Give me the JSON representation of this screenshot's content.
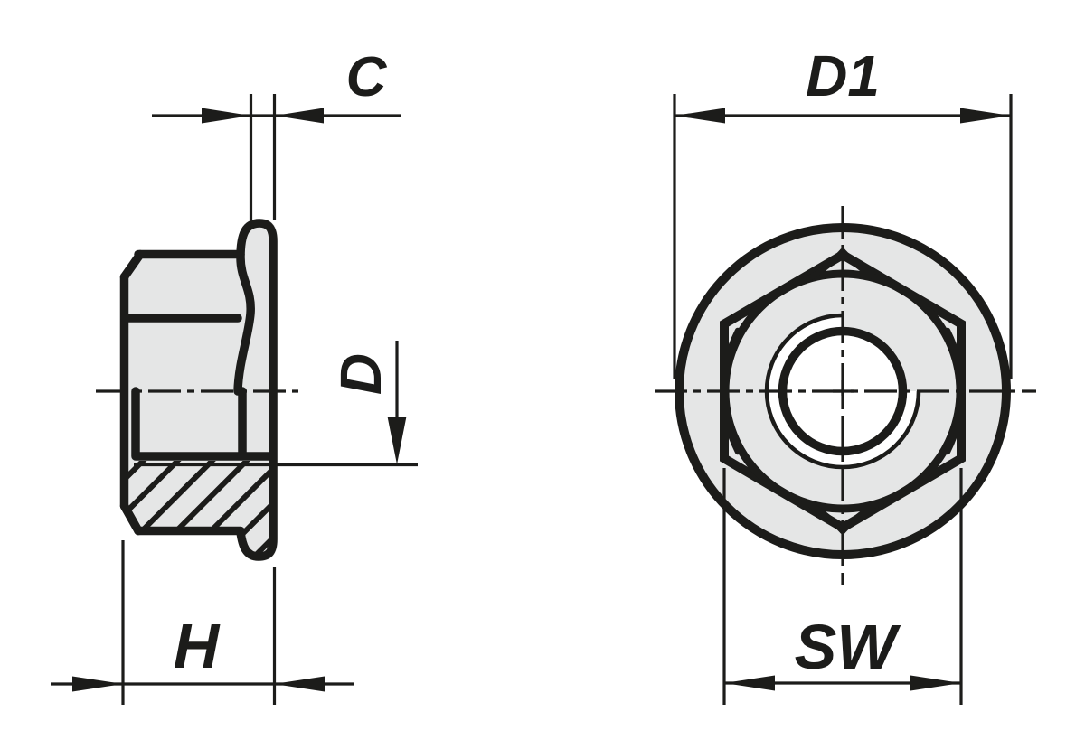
{
  "drawing": {
    "type": "technical-drawing",
    "subject": "hexagon flange nut, side section view and front view",
    "colors": {
      "ink": "#1c1c1a",
      "part_fill": "#e5e6e6",
      "background": "#ffffff"
    },
    "side_view": {
      "labels": {
        "c": "C",
        "d": "D",
        "h": "H"
      }
    },
    "front_view": {
      "labels": {
        "d1": "D1",
        "sw": "SW"
      }
    }
  }
}
